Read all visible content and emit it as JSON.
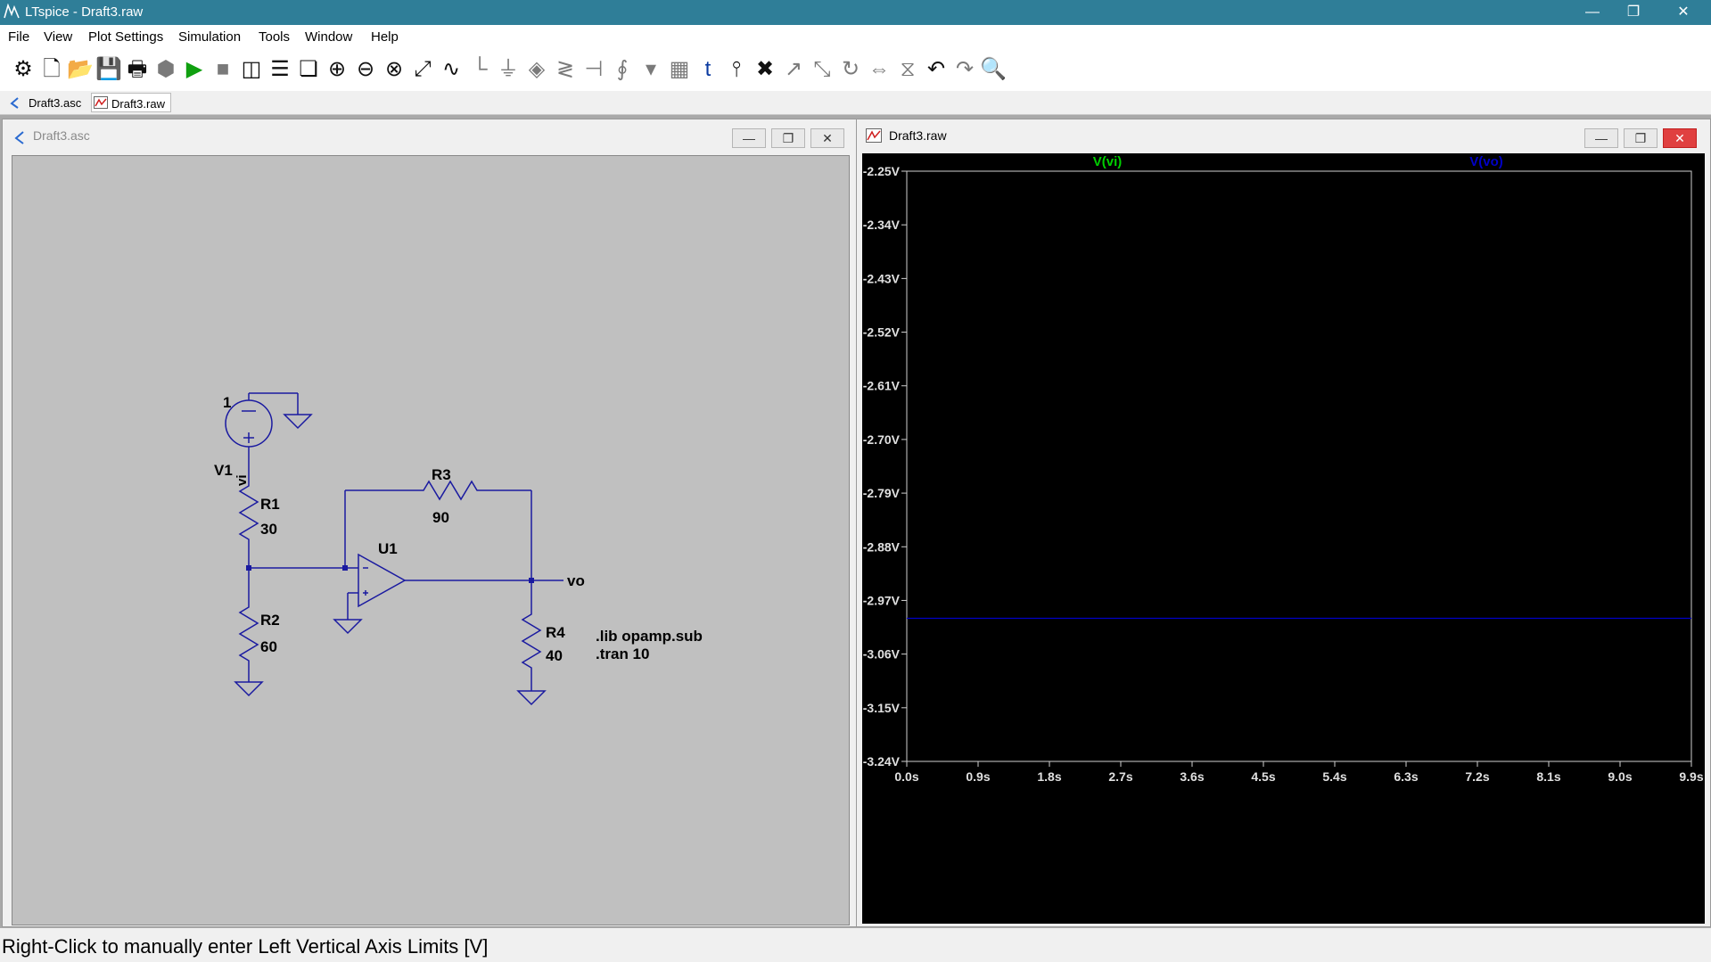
{
  "window": {
    "title": "LTspice - Draft3.raw",
    "minimize": "—",
    "restore": "❐",
    "close": "✕"
  },
  "menu": [
    "File",
    "View",
    "Plot Settings",
    "Simulation",
    "Tools",
    "Window",
    "Help"
  ],
  "toolbar_icons": [
    "settings-icon",
    "new-schematic-icon",
    "open-icon",
    "save-icon",
    "print-icon",
    "stop-icon",
    "run-icon",
    "halt-icon",
    "tile-vertical-icon",
    "tile-horizontal-icon",
    "cascade-icon",
    "zoom-in-icon",
    "zoom-out-icon",
    "zoom-fit-icon",
    "autorange-icon",
    "waveform-icon",
    "wire-icon",
    "ground-icon",
    "label-icon",
    "resistor-icon",
    "capacitor-icon",
    "inductor-icon",
    "diode-icon",
    "component-icon",
    "text-icon",
    "spice-directive-icon",
    "delete-icon",
    "move-icon",
    "drag-icon",
    "rotate-icon",
    "mirror-icon",
    "flip-icon",
    "undo-icon",
    "redo-icon",
    "find-icon"
  ],
  "tabs": [
    {
      "label": "Draft3.asc",
      "icon": "schematic-icon"
    },
    {
      "label": "Draft3.raw",
      "icon": "waveform-icon"
    }
  ],
  "schematic": {
    "title": "Draft3.asc",
    "labels": {
      "v1_value": "1",
      "v1_name": "V1",
      "vi": "vi",
      "r1": "R1",
      "r1v": "30",
      "r2": "R2",
      "r2v": "60",
      "r3": "R3",
      "r3v": "90",
      "r4": "R4",
      "r4v": "40",
      "u1": "U1",
      "vo": "vo",
      "lib": ".lib opamp.sub",
      "tran": ".tran 10"
    },
    "colors": {
      "wire": "#1a1aa0",
      "bg": "#c0c0c0"
    }
  },
  "plot": {
    "title": "Draft3.raw",
    "legend": [
      {
        "name": "V(vi)",
        "color": "#00d000"
      },
      {
        "name": "V(vo)",
        "color": "#0000c8"
      }
    ]
  },
  "chart_data": {
    "type": "line",
    "title": "",
    "xlabel": "",
    "ylabel": "",
    "xlim": [
      0,
      9.9
    ],
    "ylim": [
      -3.24,
      -2.25
    ],
    "x_ticks": [
      "0.0s",
      "0.9s",
      "1.8s",
      "2.7s",
      "3.6s",
      "4.5s",
      "5.4s",
      "6.3s",
      "7.2s",
      "8.1s",
      "9.0s",
      "9.9s"
    ],
    "y_ticks": [
      "-2.25V",
      "-2.34V",
      "-2.43V",
      "-2.52V",
      "-2.61V",
      "-2.70V",
      "-2.79V",
      "-2.88V",
      "-2.97V",
      "-3.06V",
      "-3.15V",
      "-3.24V"
    ],
    "series": [
      {
        "name": "V(vo)",
        "x": [
          0,
          9.9
        ],
        "values": [
          -3.0,
          -3.0
        ],
        "color": "#0000c8"
      }
    ]
  },
  "status": "Right-Click to manually enter Left Vertical Axis Limits [V]"
}
